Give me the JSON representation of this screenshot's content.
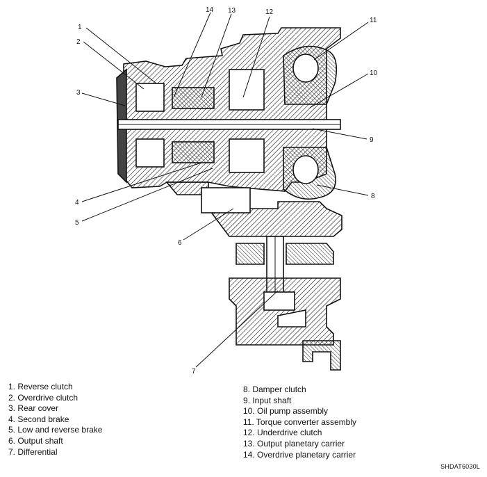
{
  "callouts": [
    "1",
    "2",
    "3",
    "4",
    "5",
    "6",
    "7",
    "8",
    "9",
    "10",
    "11",
    "12",
    "13",
    "14"
  ],
  "legend_left": [
    "1.  Reverse clutch",
    "2.  Overdrive clutch",
    "3.  Rear cover",
    "4.  Second brake",
    "5.  Low and reverse brake",
    "6.  Output shaft",
    "7.  Differential"
  ],
  "legend_right": [
    "8.  Damper clutch",
    "9.  Input shaft",
    "10.  Oil pump assembly",
    "11.  Torque converter assembly",
    "12.  Underdrive clutch",
    "13.  Output planetary carrier",
    "14.  Overdrive planetary carrier"
  ],
  "figure_code": "SHDAT6030L"
}
